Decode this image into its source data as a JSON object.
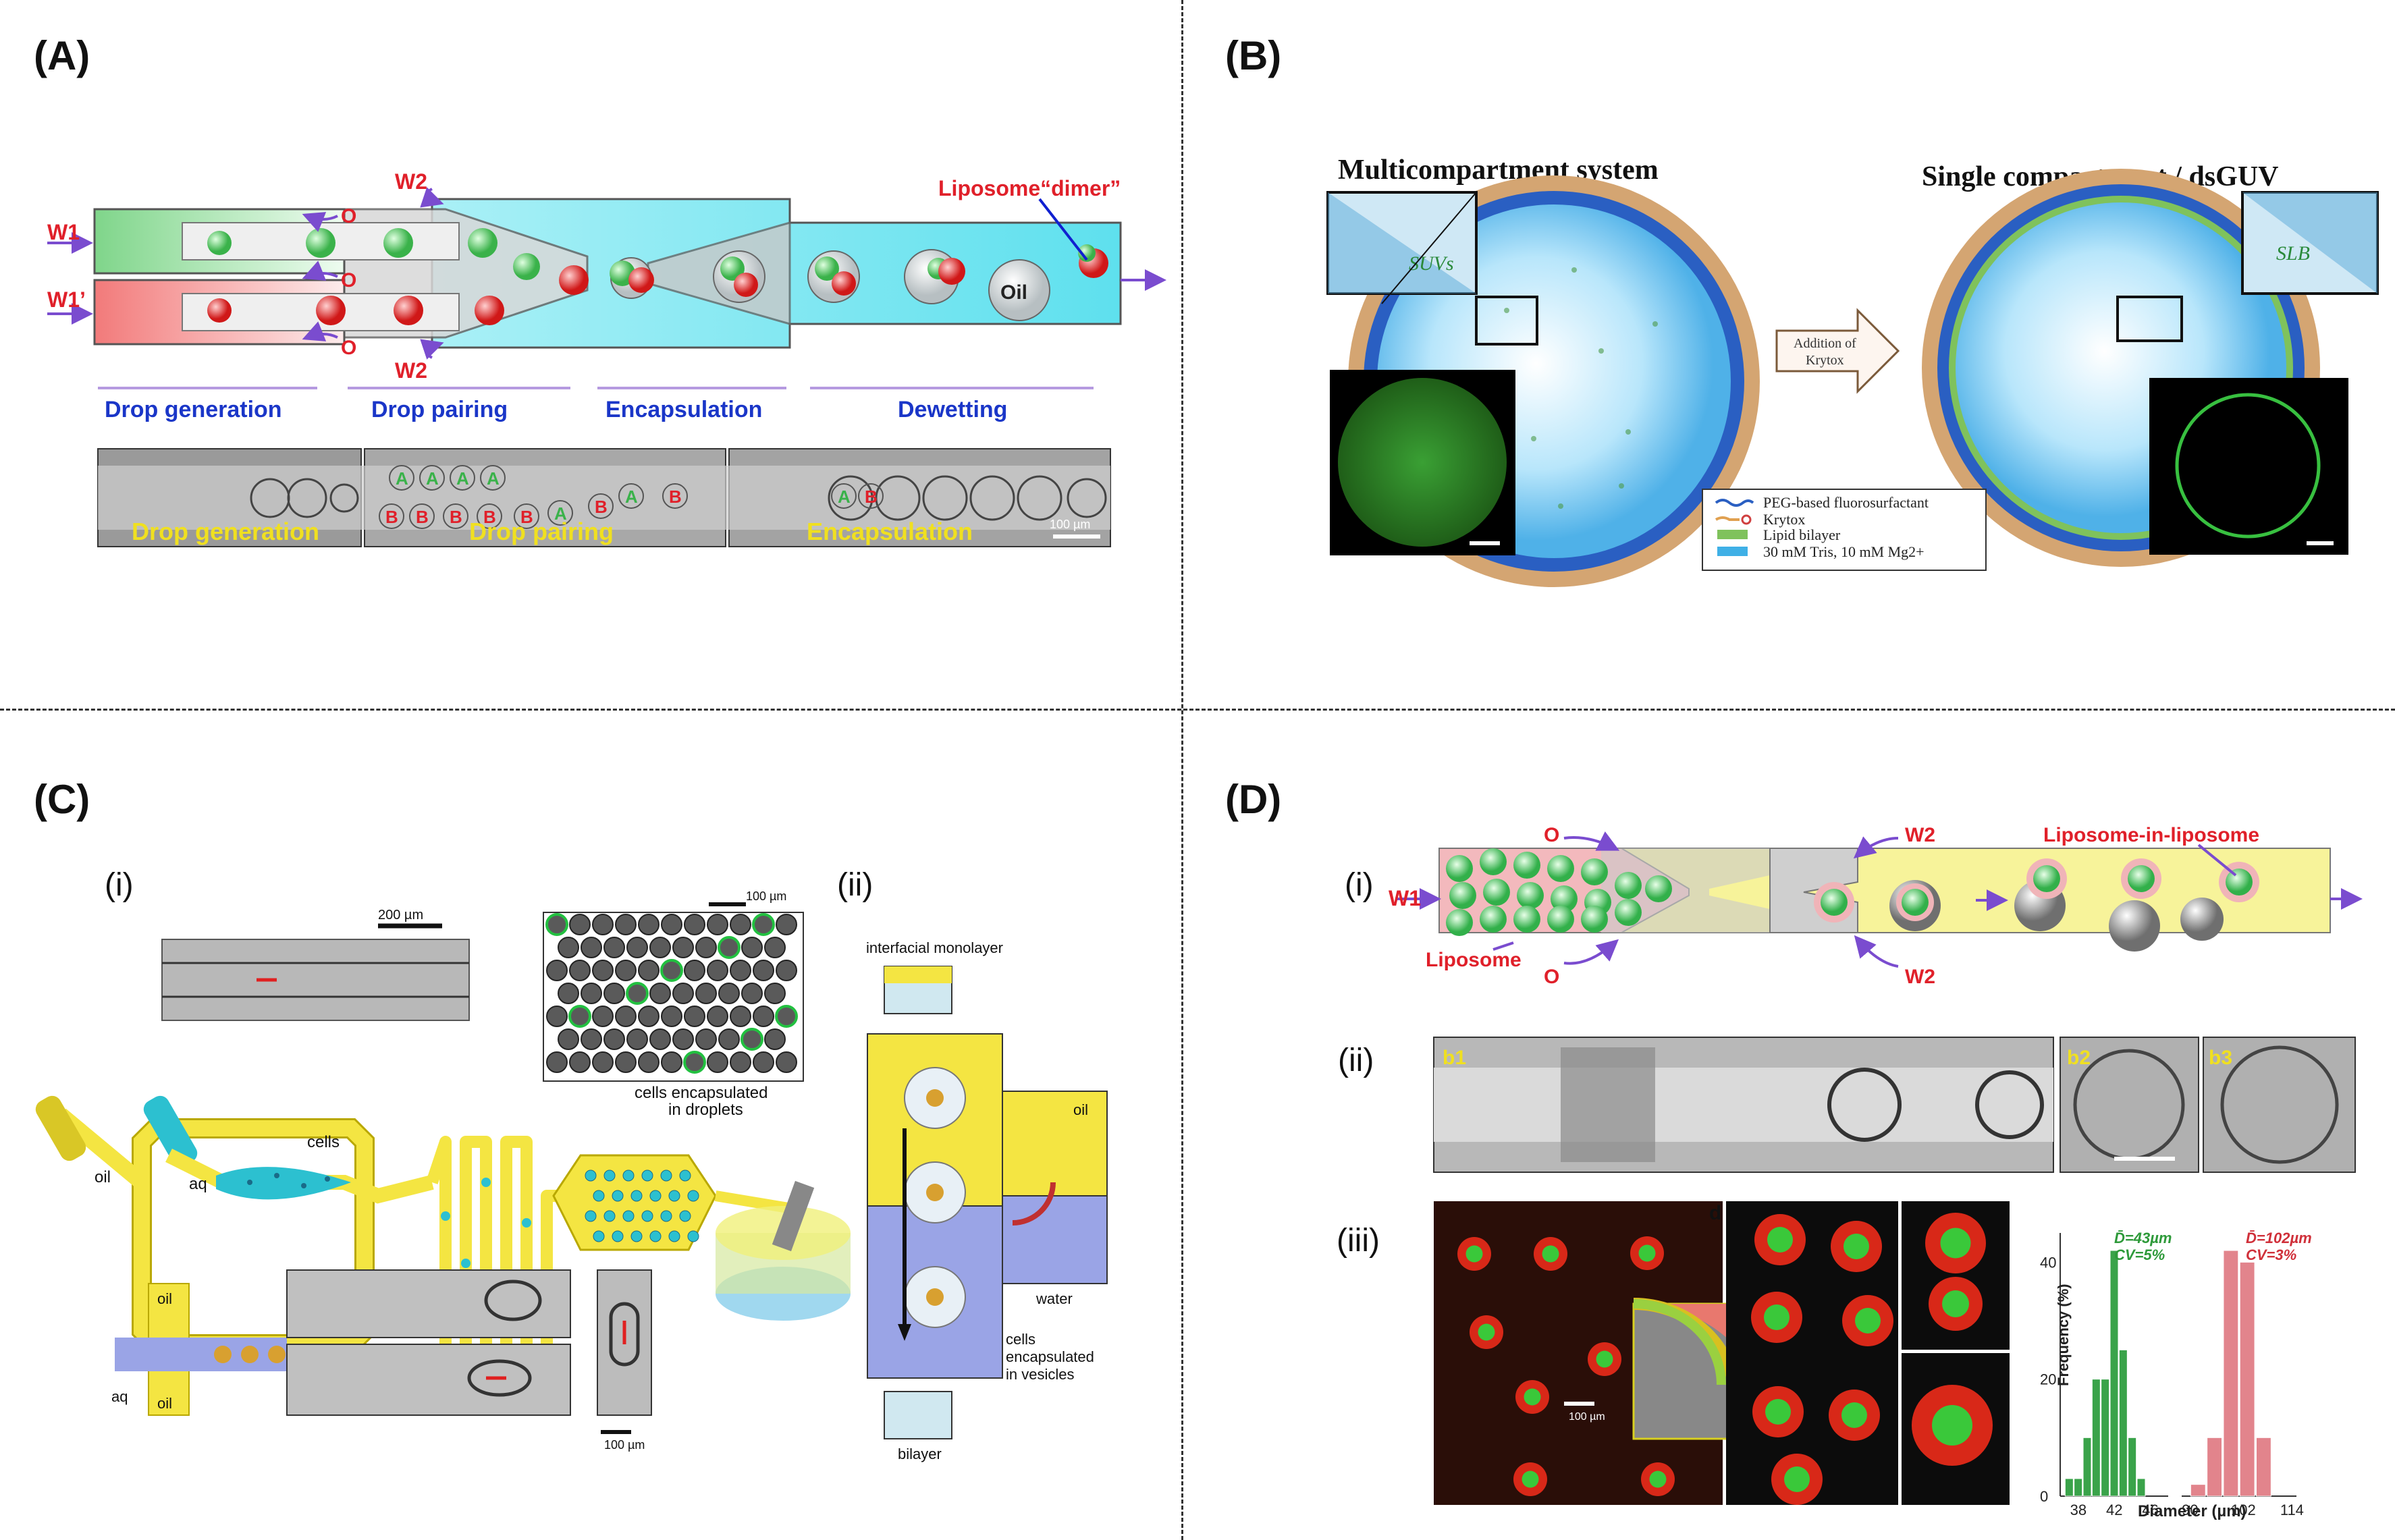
{
  "panels": {
    "A": {
      "label": "(A)",
      "inlets": {
        "w1": "W1",
        "w1p": "W1’",
        "w2_top": "W2",
        "w2_bottom": "W2",
        "o1": "O",
        "o2": "O",
        "o3": "O"
      },
      "annotations": {
        "dimer": "Liposome“dimer”",
        "oil": "Oil"
      },
      "stages": [
        "Drop generation",
        "Drop pairing",
        "Encapsulation",
        "Dewetting"
      ],
      "micrograph_labels": [
        "Drop generation",
        "Drop pairing",
        "Encapsulation"
      ],
      "drop_letters": [
        "A",
        "A",
        "A",
        "A",
        "B",
        "B",
        "B",
        "B",
        "B",
        "A",
        "B",
        "A",
        "B",
        "A",
        "B"
      ],
      "scale": "100 µm"
    },
    "B": {
      "label": "(B)",
      "title_left": "Multicompartment system",
      "title_right": "Single compartment / dsGUV",
      "inset_left": "SUVs",
      "inset_right": "SLB",
      "arrow_text": [
        "Addition of",
        "Krytox"
      ],
      "legend": [
        "PEG-based fluorosurfactant",
        "Krytox",
        "Lipid bilayer",
        "30 mM Tris, 10 mM Mg2+"
      ]
    },
    "C": {
      "label": "(C)",
      "sub_i": "(i)",
      "sub_ii": "(ii)",
      "scale_200": "200 µm",
      "scale_100a": "100 µm",
      "scale_100b": "100 µm",
      "labels": {
        "oil": "oil",
        "aq": "aq",
        "cells": "cells",
        "cells_droplets": [
          "cells encapsulated",
          "in droplets"
        ],
        "junction_oil_top": "oil",
        "junction_oil_bottom": "oil",
        "junction_aq": "aq",
        "interfacial": "interfacial monolayer",
        "oil_right": "oil",
        "water": "water",
        "cells_vesicles": [
          "cells",
          "encapsulated",
          "in vesicles"
        ],
        "bilayer": "bilayer"
      }
    },
    "D": {
      "label": "(D)",
      "sub_i": "(i)",
      "sub_ii": "(ii)",
      "sub_iii": "(iii)",
      "labels": {
        "o_top": "O",
        "o_bottom": "O",
        "w1": "W1",
        "w2_top": "W2",
        "w2_bottom": "W2",
        "lil": "Liposome-in-liposome",
        "liposome": "Liposome"
      },
      "img_labels": {
        "b1": "b1",
        "b2": "b2",
        "b3": "b3",
        "d": "d"
      },
      "scale_fluor": "100 µm"
    }
  },
  "chart_data": [
    {
      "type": "bar",
      "title": "",
      "annotation": {
        "mean": "D̄=43µm",
        "cv": "CV=5%"
      },
      "xlabel": "Diameter (µm)",
      "ylabel": "Frequency (%)",
      "x_ticks": [
        "38",
        "42",
        "46"
      ],
      "y_ticks": [
        "0",
        "20",
        "40"
      ],
      "ylim": [
        0,
        45
      ],
      "categories": [
        37,
        38,
        39,
        40,
        41,
        42,
        43,
        44,
        45,
        46
      ],
      "values": [
        3,
        3,
        10,
        20,
        20,
        42,
        25,
        10,
        3,
        0
      ],
      "color": "#3aa34a"
    },
    {
      "type": "bar",
      "title": "",
      "annotation": {
        "mean": "D̄=102µm",
        "cv": "CV=3%"
      },
      "xlabel": "Diameter (µm)",
      "ylabel": "Frequency (%)",
      "x_ticks": [
        "90",
        "102",
        "114"
      ],
      "y_ticks": [
        "0",
        "20",
        "40"
      ],
      "ylim": [
        0,
        45
      ],
      "categories": [
        92,
        96,
        100,
        104,
        108
      ],
      "values": [
        2,
        10,
        42,
        40,
        10
      ],
      "color": "#e2848c"
    }
  ]
}
